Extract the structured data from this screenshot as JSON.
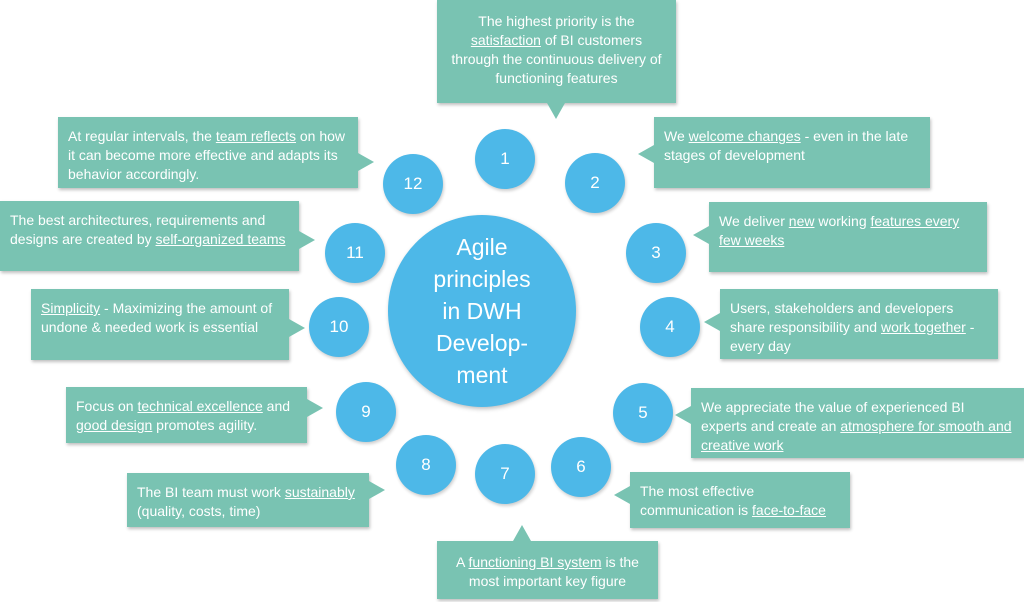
{
  "center": {
    "title": "Agile\nprinciples\nin DWH\nDevelop-\nment"
  },
  "principles": [
    {
      "num": "1",
      "parts": [
        {
          "t": "The highest priority is the "
        },
        {
          "t": "satisfaction",
          "u": true
        },
        {
          "t": " of BI customers through the continuous delivery of functioning features"
        }
      ]
    },
    {
      "num": "2",
      "parts": [
        {
          "t": "We "
        },
        {
          "t": "welcome changes",
          "u": true
        },
        {
          "t": " - even in the late stages of development"
        }
      ]
    },
    {
      "num": "3",
      "parts": [
        {
          "t": "We deliver "
        },
        {
          "t": "new",
          "u": true
        },
        {
          "t": " working "
        },
        {
          "t": "features every few weeks",
          "u": true
        }
      ]
    },
    {
      "num": "4",
      "parts": [
        {
          "t": "Users, stakeholders and developers share responsibility and "
        },
        {
          "t": "work together",
          "u": true
        },
        {
          "t": " - every day"
        }
      ]
    },
    {
      "num": "5",
      "parts": [
        {
          "t": "We appreciate the value of experienced BI experts and create an "
        },
        {
          "t": "atmosphere for smooth and creative work",
          "u": true
        }
      ]
    },
    {
      "num": "6",
      "parts": [
        {
          "t": "The most effective communication is "
        },
        {
          "t": "face-to-face",
          "u": true
        }
      ]
    },
    {
      "num": "7",
      "parts": [
        {
          "t": "A "
        },
        {
          "t": "functioning BI system",
          "u": true
        },
        {
          "t": " is the most important key figure"
        }
      ]
    },
    {
      "num": "8",
      "parts": [
        {
          "t": "The BI team must work "
        },
        {
          "t": "sustainably",
          "u": true
        },
        {
          "t": " (quality, costs, time)"
        }
      ]
    },
    {
      "num": "9",
      "parts": [
        {
          "t": "Focus on "
        },
        {
          "t": "technical excellence",
          "u": true
        },
        {
          "t": " and "
        },
        {
          "t": "good design",
          "u": true
        },
        {
          "t": " promotes agility."
        }
      ]
    },
    {
      "num": "10",
      "parts": [
        {
          "t": "Simplicity",
          "u": true
        },
        {
          "t": " - Maximizing the amount of undone & needed work is essential"
        }
      ]
    },
    {
      "num": "11",
      "parts": [
        {
          "t": "The best architectures, requirements and designs are created by "
        },
        {
          "t": "self-organized teams",
          "u": true
        }
      ]
    },
    {
      "num": "12",
      "parts": [
        {
          "t": "At regular intervals, the "
        },
        {
          "t": "team reflects",
          "u": true
        },
        {
          "t": " on how it can become more effective and adapts its behavior accordingly."
        }
      ]
    }
  ]
}
